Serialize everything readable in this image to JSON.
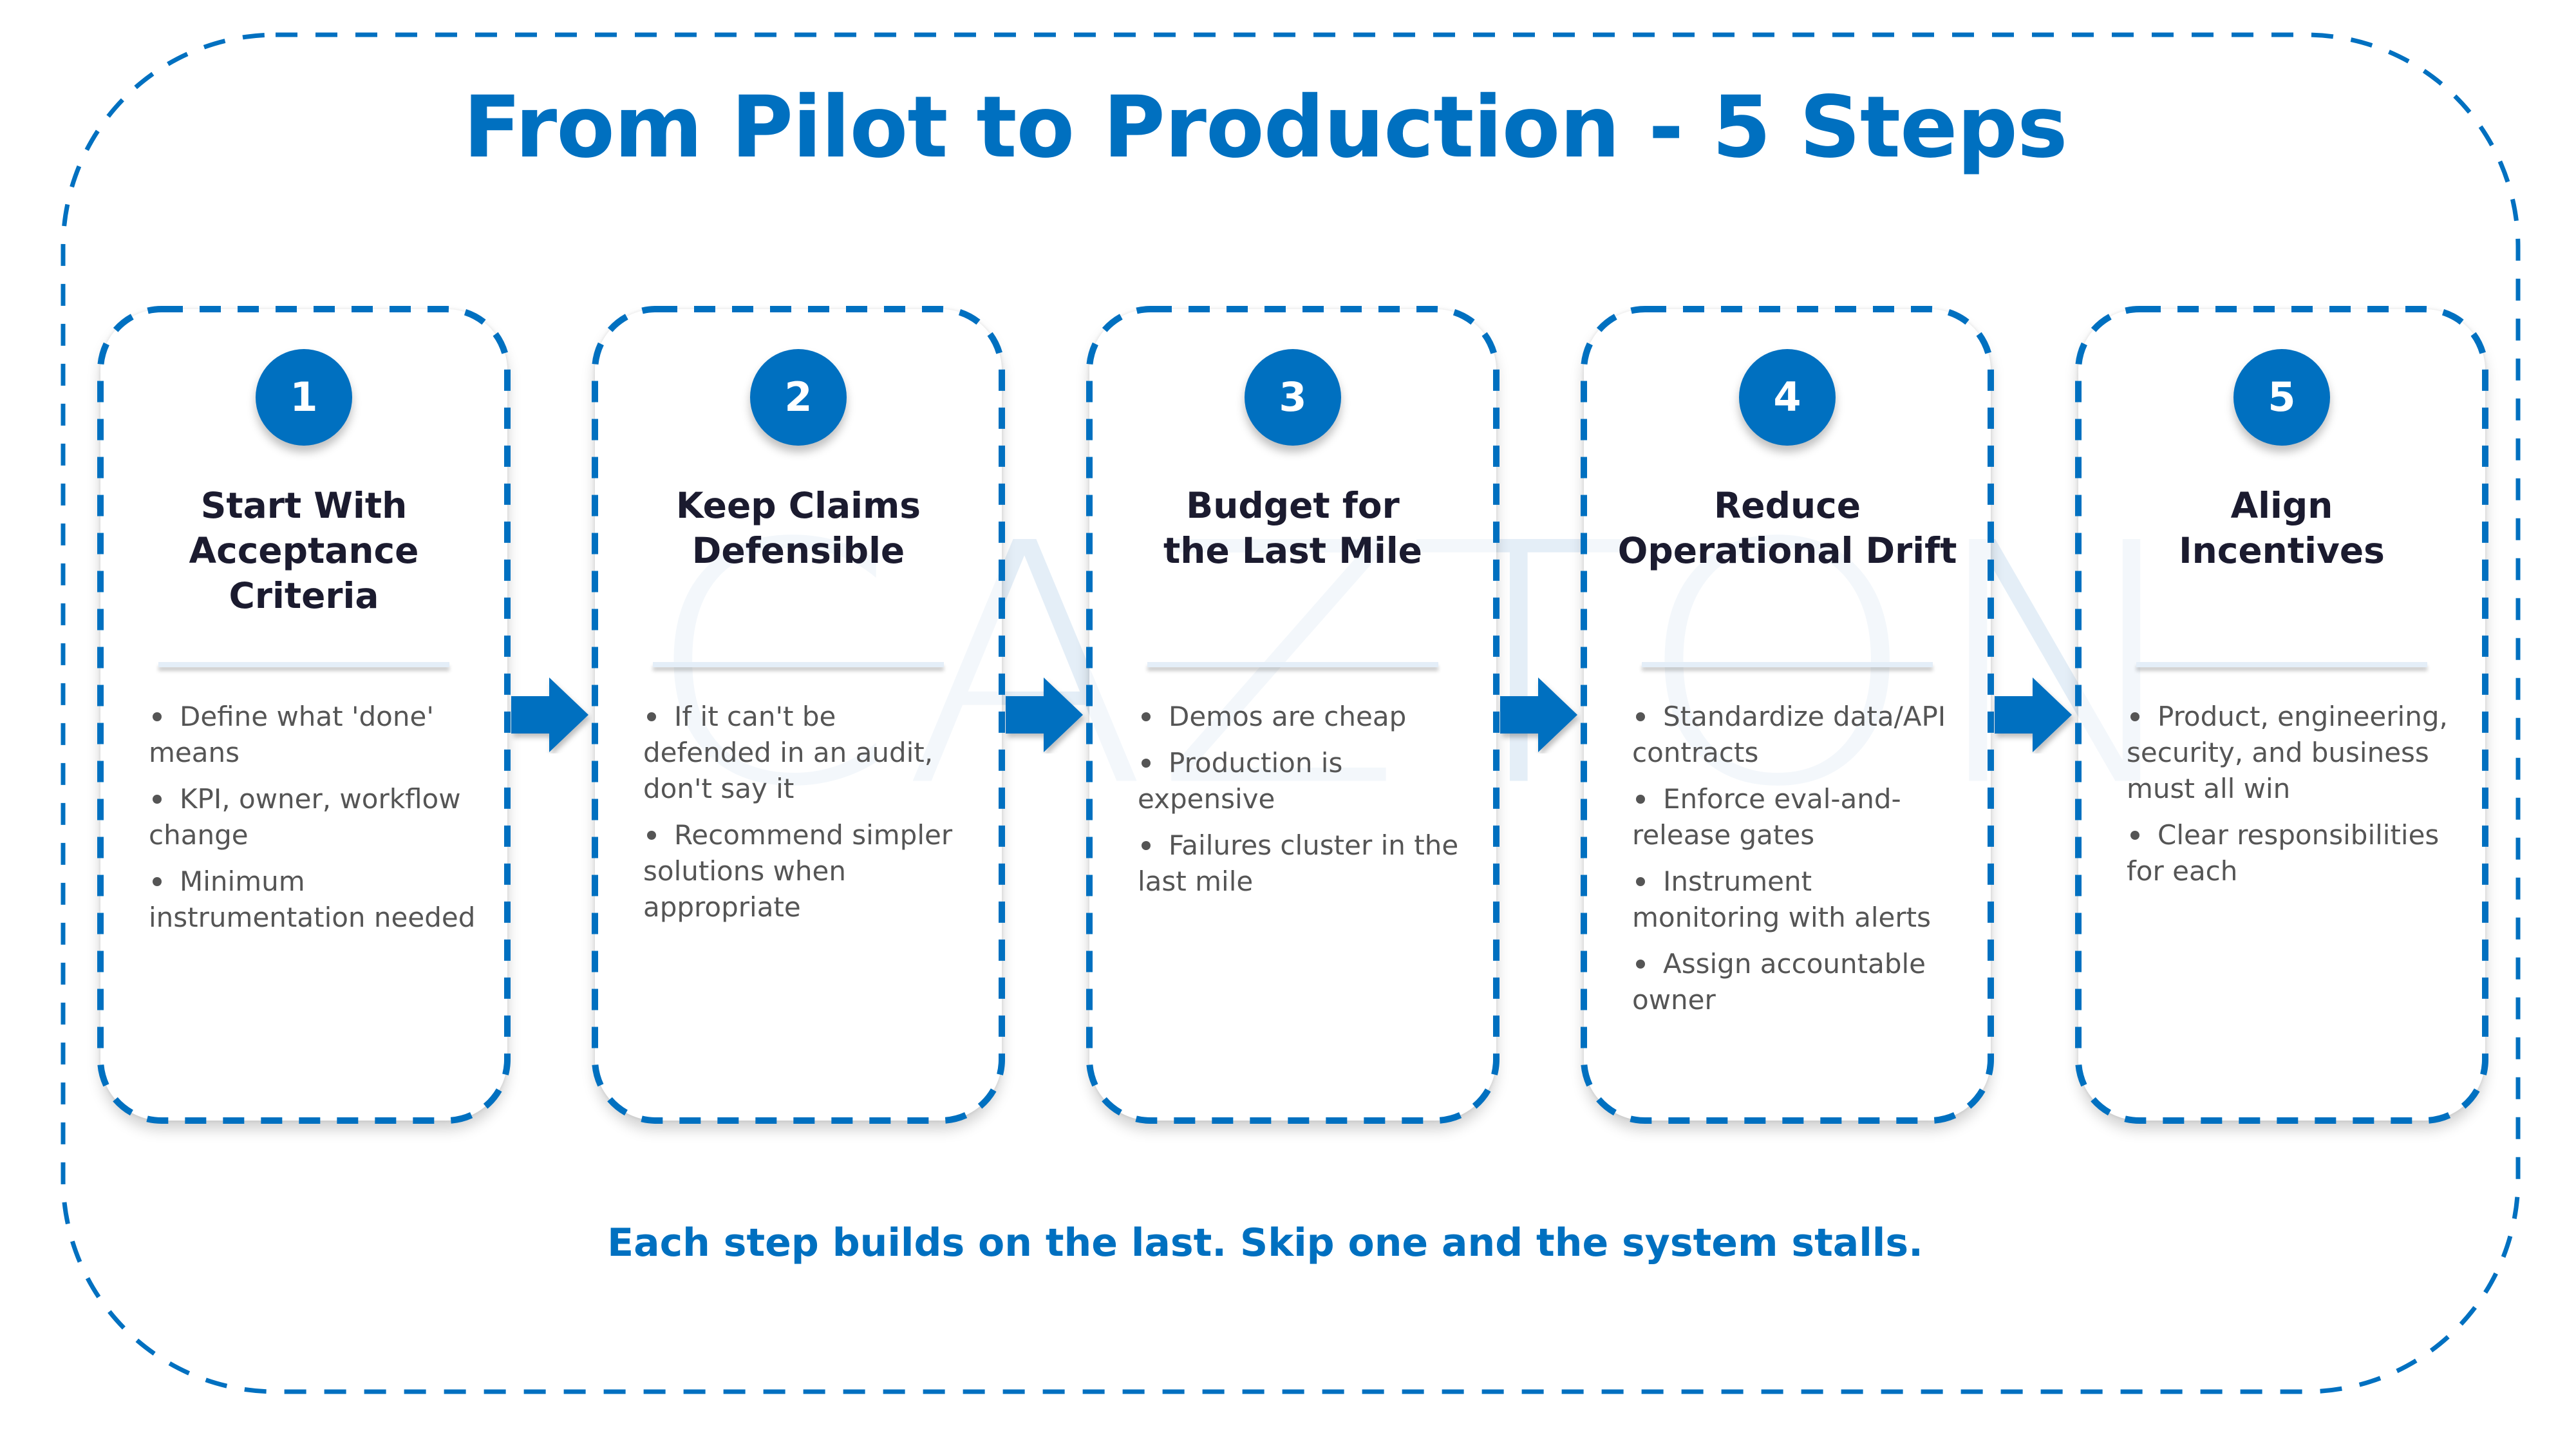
{
  "diagram": {
    "title": "From Pilot to Production - 5 Steps",
    "watermark": "CAZTON",
    "footer": "Each step builds on the last. Skip one and the system stalls.",
    "colors": {
      "accent": "#0070C0",
      "title_text": "#1b1b2f",
      "body_text": "#555555",
      "watermark": "#dce9f5"
    },
    "steps": [
      {
        "number": "1",
        "title_lines": [
          "Start With",
          "Acceptance",
          "Criteria"
        ],
        "bullets": [
          "Define what 'done' means",
          "KPI, owner, workflow change",
          "Minimum instrumentation needed"
        ]
      },
      {
        "number": "2",
        "title_lines": [
          "Keep Claims",
          "Defensible"
        ],
        "bullets": [
          "If it can't be defended in an audit, don't say it",
          "Recommend simpler solutions when appropriate"
        ]
      },
      {
        "number": "3",
        "title_lines": [
          "Budget for",
          "the Last Mile"
        ],
        "bullets": [
          "Demos are cheap",
          "Production is expensive",
          "Failures cluster in the last mile"
        ]
      },
      {
        "number": "4",
        "title_lines": [
          "Reduce",
          "Operational Drift"
        ],
        "bullets": [
          "Standardize data/API contracts",
          "Enforce eval-and-release gates",
          "Instrument monitoring with alerts",
          "Assign accountable owner"
        ]
      },
      {
        "number": "5",
        "title_lines": [
          "Align",
          "Incentives"
        ],
        "bullets": [
          "Product, engineering, security, and business must all win",
          "Clear responsibilities for each"
        ]
      }
    ],
    "connector_icon": "right-arrow-icon"
  }
}
